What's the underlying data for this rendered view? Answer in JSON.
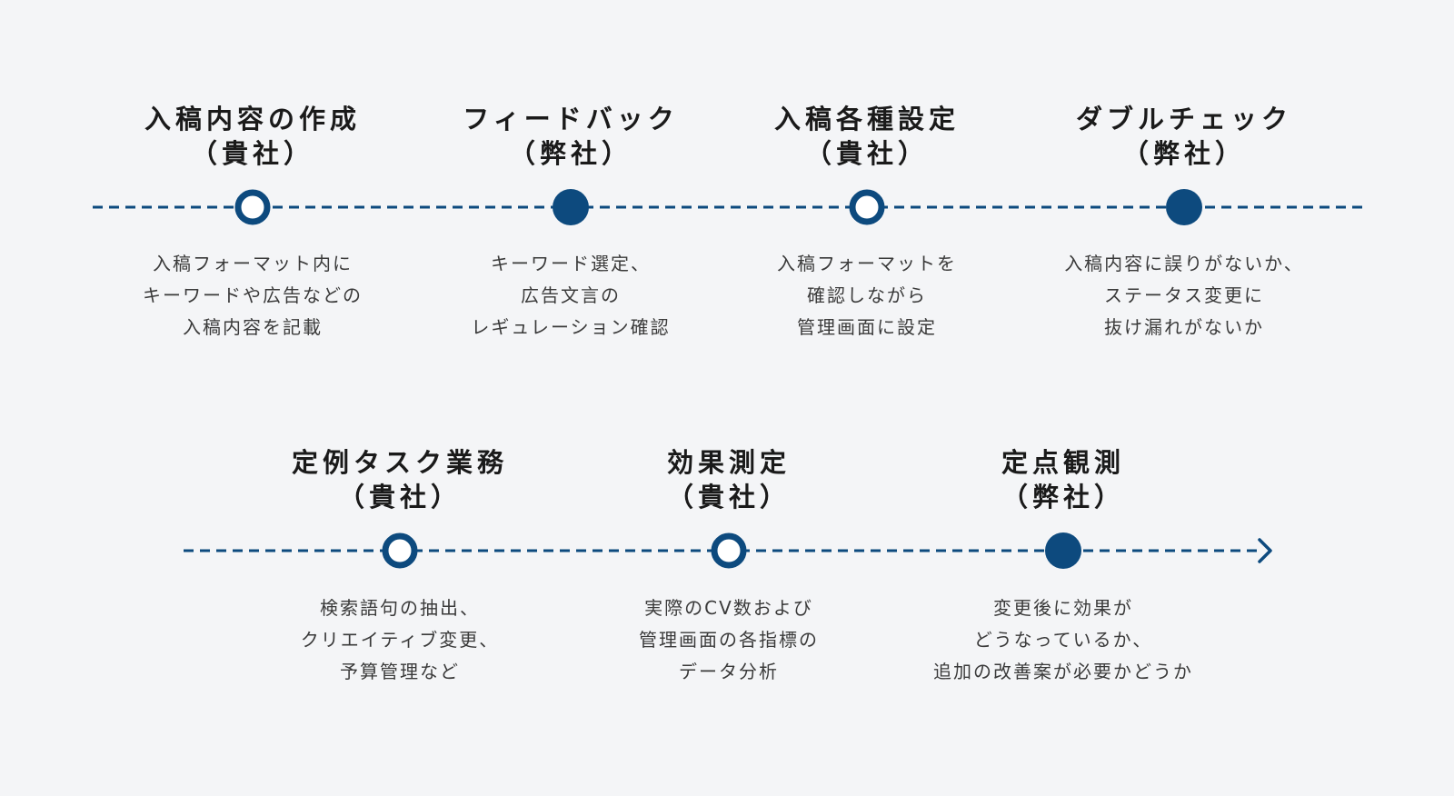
{
  "colors": {
    "background": "#f4f5f7",
    "accent": "#0d4a7e",
    "title_text": "#1a1a1a",
    "desc_text": "#3a3a3a"
  },
  "rows": [
    {
      "steps": [
        {
          "title_line1": "入稿内容の作成",
          "title_line2": "（貴社）",
          "marker": "hollow",
          "desc_lines": [
            "入稿フォーマット内に",
            "キーワードや広告などの",
            "入稿内容を記載"
          ]
        },
        {
          "title_line1": "フィードバック",
          "title_line2": "（弊社）",
          "marker": "filled",
          "desc_lines": [
            "キーワード選定、",
            "広告文言の",
            "レギュレーション確認"
          ]
        },
        {
          "title_line1": "入稿各種設定",
          "title_line2": "（貴社）",
          "marker": "hollow",
          "desc_lines": [
            "入稿フォーマットを",
            "確認しながら",
            "管理画面に設定"
          ]
        },
        {
          "title_line1": "ダブルチェック",
          "title_line2": "（弊社）",
          "marker": "filled",
          "desc_lines": [
            "入稿内容に誤りがないか、",
            "ステータス変更に",
            "抜け漏れがないか"
          ]
        }
      ]
    },
    {
      "steps": [
        {
          "title_line1": "定例タスク業務",
          "title_line2": "（貴社）",
          "marker": "hollow",
          "desc_lines": [
            "検索語句の抽出、",
            "クリエイティブ変更、",
            "予算管理など"
          ]
        },
        {
          "title_line1": "効果測定",
          "title_line2": "（貴社）",
          "marker": "hollow",
          "desc_lines": [
            "実際のCV数および",
            "管理画面の各指標の",
            "データ分析"
          ]
        },
        {
          "title_line1": "定点観測",
          "title_line2": "（弊社）",
          "marker": "filled",
          "desc_lines": [
            "変更後に効果が",
            "どうなっているか、",
            "追加の改善案が必要かどうか"
          ]
        }
      ]
    }
  ]
}
